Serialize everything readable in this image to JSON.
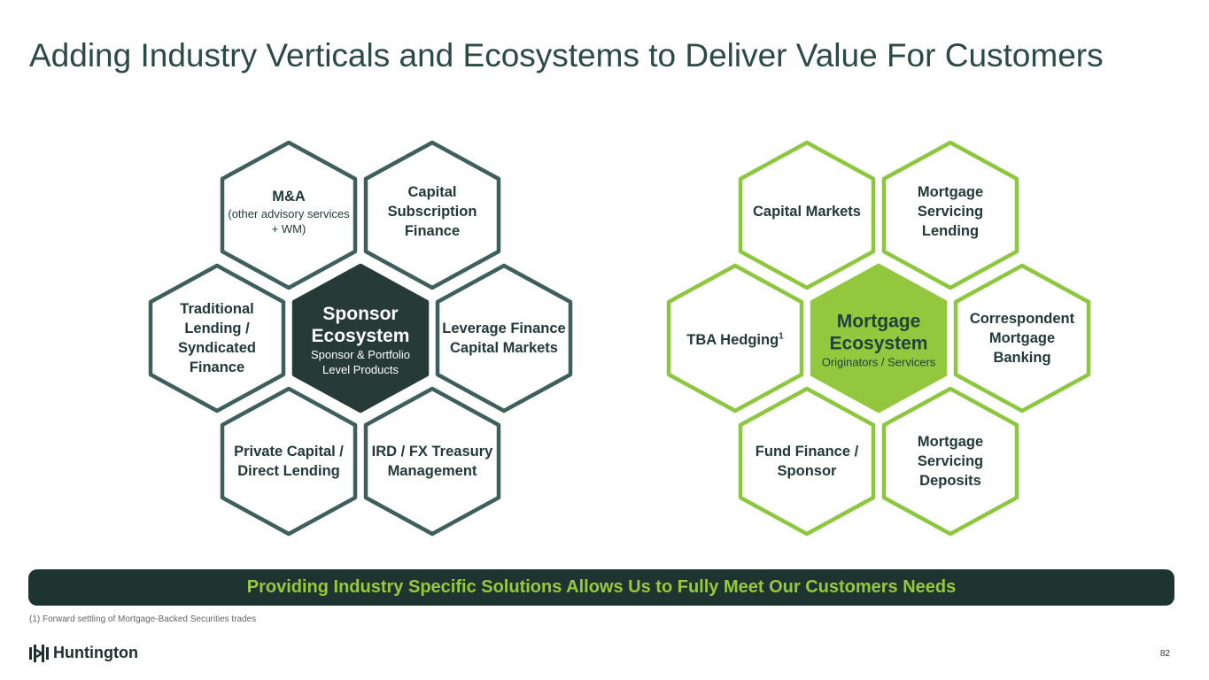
{
  "title": "Adding Industry Verticals and Ecosystems to Deliver Value For Customers",
  "sponsor": {
    "center": {
      "title": "Sponsor Ecosystem",
      "subtitle": "Sponsor & Portfolio Level Products"
    },
    "items": [
      {
        "title": "M&A",
        "subtitle": "(other advisory services + WM)"
      },
      {
        "title": "Capital Subscription Finance"
      },
      {
        "title": "Traditional Lending / Syndicated Finance"
      },
      {
        "title": "Leverage Finance Capital Markets"
      },
      {
        "title": "Private Capital / Direct Lending"
      },
      {
        "title": "IRD / FX Treasury Management"
      }
    ]
  },
  "mortgage": {
    "center": {
      "title": "Mortgage Ecosystem",
      "subtitle": "Originators / Servicers"
    },
    "items": [
      {
        "title": "Capital Markets"
      },
      {
        "title": "Mortgage Servicing Lending"
      },
      {
        "title": "TBA Hedging",
        "sup": "1"
      },
      {
        "title": "Correspondent Mortgage Banking"
      },
      {
        "title": "Fund Finance / Sponsor"
      },
      {
        "title": "Mortgage Servicing Deposits"
      }
    ]
  },
  "banner": "Providing Industry Specific Solutions Allows Us to Fully Meet Our Customers Needs",
  "footnote": "(1) Forward settling of Mortgage-Backed Securities trades",
  "logo": "Huntington",
  "page_number": "82",
  "colors": {
    "dark": "#3e5f5b",
    "dark_fill": "#263b38",
    "green": "#8dc63f",
    "green_fill": "#93c83e"
  }
}
